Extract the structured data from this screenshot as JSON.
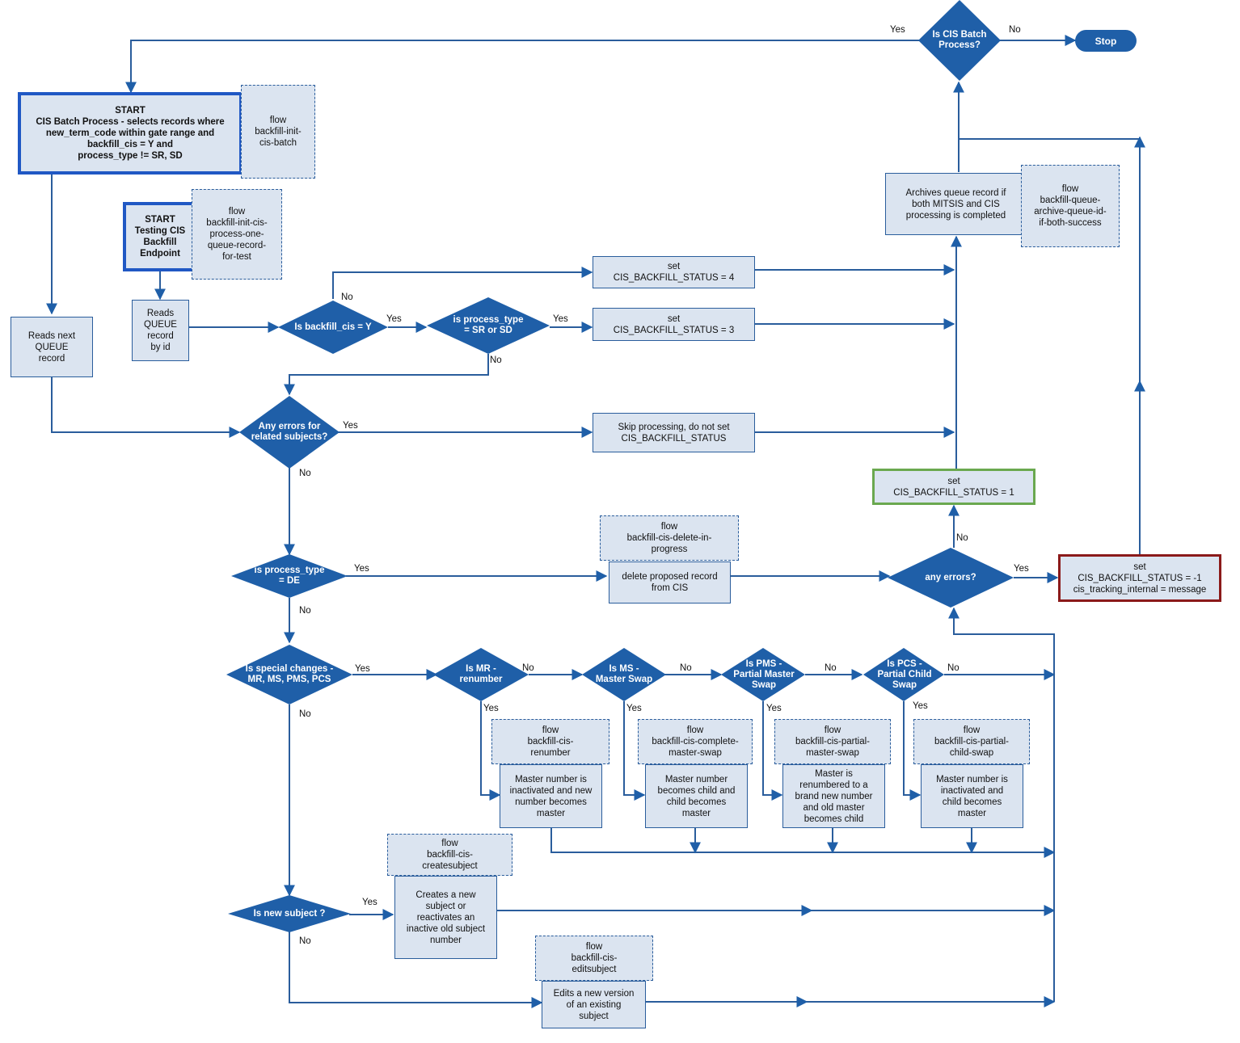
{
  "colors": {
    "line": "#2a5d9c",
    "diamond": "#1f5fa8",
    "box_fill": "#dbe4f0",
    "start_border": "#2058c4",
    "success_border": "#6aa84f",
    "error_border": "#8b1a1a"
  },
  "decisions": {
    "batch": "Is CIS Batch\nProcess?",
    "backfill": "Is backfill_cis = Y",
    "ptype_srsd": "is process_type\n= SR or SD",
    "errors_related": "Any errors for\nrelated subjects?",
    "ptype_de": "is process_type\n= DE",
    "special": "Is special changes -\nMR, MS, PMS, PCS",
    "mr": "Is MR -\nrenumber",
    "ms": "Is MS -\nMaster Swap",
    "pms": "Is PMS -\nPartial Master\nSwap",
    "pcs": "Is PCS -\nPartial Child\nSwap",
    "new_subject": "Is new subject ?",
    "any_errors": "any errors?"
  },
  "terminal": {
    "stop": "Stop"
  },
  "boxes": {
    "start_batch": "START\nCIS Batch Process - selects records where\nnew_term_code within gate range and\nbackfill_cis = Y and\nprocess_type != SR, SD",
    "flow_init_batch": "flow\nbackfill-init-\ncis-batch",
    "start_test": "START\nTesting CIS\nBackfill\nEndpoint",
    "flow_init_test": "flow\nbackfill-init-cis-\nprocess-one-\nqueue-record-\nfor-test",
    "reads_next": "Reads next\nQUEUE\nrecord",
    "reads_by_id": "Reads\nQUEUE\nrecord\nby id",
    "set4": "set\nCIS_BACKFILL_STATUS = 4",
    "set3": "set\nCIS_BACKFILL_STATUS = 3",
    "skip": "Skip processing, do not set\nCIS_BACKFILL_STATUS",
    "archives": "Archives queue record if\nboth MITSIS and CIS\nprocessing is completed",
    "flow_archive": "flow\nbackfill-queue-\narchive-queue-id-\nif-both-success",
    "set1": "set\nCIS_BACKFILL_STATUS = 1",
    "flow_delete": "flow\nbackfill-cis-delete-in-\nprogress",
    "delete": "delete proposed record\nfrom CIS",
    "set_err": "set\nCIS_BACKFILL_STATUS = -1\ncis_tracking_internal = message",
    "flow_renumber": "flow\nbackfill-cis-\nrenumber",
    "renumber": "Master number is\ninactivated and new\nnumber becomes\nmaster",
    "flow_cms": "flow\nbackfill-cis-complete-\nmaster-swap",
    "cms": "Master number\nbecomes child and\nchild becomes\nmaster",
    "flow_pms": "flow\nbackfill-cis-partial-\nmaster-swap",
    "pms": "Master is\nrenumbered to a\nbrand new number\nand old master\nbecomes child",
    "flow_pcs": "flow\nbackfill-cis-partial-\nchild-swap",
    "pcs": "Master number is\ninactivated and\nchild becomes\nmaster",
    "flow_create": "flow\nbackfill-cis-\ncreatesubject",
    "create": "Creates a new\nsubject or\nreactivates an\ninactive old subject\nnumber",
    "flow_edit": "flow\nbackfill-cis-\neditsubject",
    "edit": "Edits a new version\nof an existing\nsubject"
  },
  "edge_labels": {
    "yes": "Yes",
    "no": "No"
  }
}
